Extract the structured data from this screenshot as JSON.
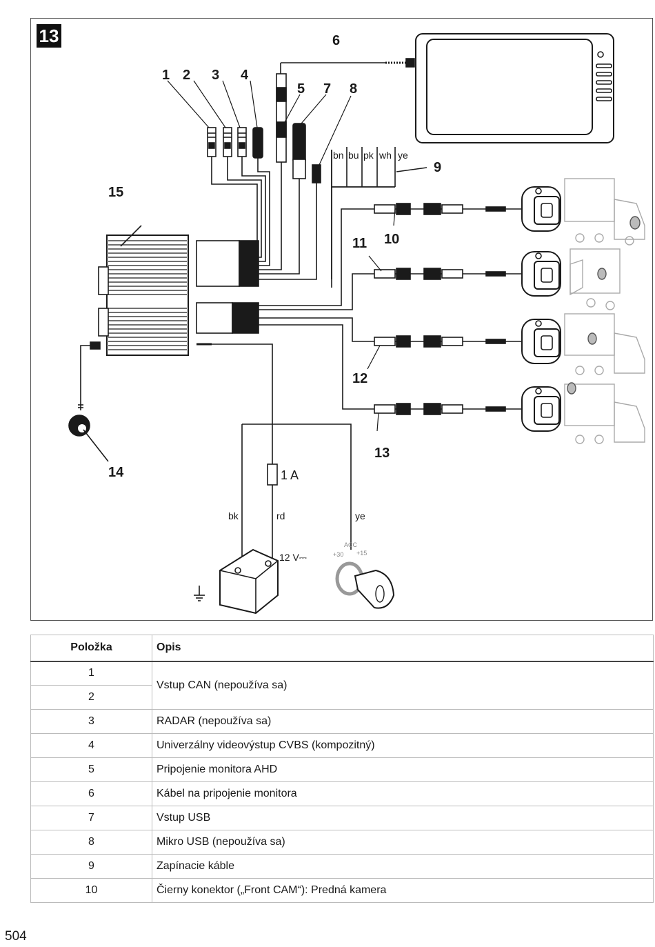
{
  "figure": {
    "number": "13",
    "callouts": [
      "1",
      "2",
      "3",
      "4",
      "5",
      "6",
      "7",
      "8",
      "9",
      "10",
      "11",
      "12",
      "13",
      "14",
      "15"
    ],
    "wire_colors": [
      "bn",
      "bu",
      "pk",
      "wh",
      "ye"
    ],
    "fuse_label": "1 A",
    "power_labels": {
      "bk": "bk",
      "rd": "rd",
      "ye": "ye",
      "voltage": "12 V⎓"
    },
    "ignition_labels": {
      "acc": "ACC",
      "plus30": "+30",
      "plus15": "+15"
    }
  },
  "table": {
    "headers": {
      "item": "Položka",
      "description": "Opis"
    },
    "rows": [
      {
        "item": "1",
        "description": "Vstup CAN (nepoužíva sa)"
      },
      {
        "item": "2",
        "description": ""
      },
      {
        "item": "3",
        "description": "RADAR (nepoužíva sa)"
      },
      {
        "item": "4",
        "description": "Univerzálny videovýstup CVBS (kompozitný)"
      },
      {
        "item": "5",
        "description": "Pripojenie monitora AHD"
      },
      {
        "item": "6",
        "description": "Kábel na pripojenie monitora"
      },
      {
        "item": "7",
        "description": "Vstup USB"
      },
      {
        "item": "8",
        "description": "Mikro USB (nepoužíva sa)"
      },
      {
        "item": "9",
        "description": "Zapínacie káble"
      },
      {
        "item": "10",
        "description": "Čierny konektor („Front CAM“): Predná kamera"
      }
    ]
  },
  "page_number": "504"
}
